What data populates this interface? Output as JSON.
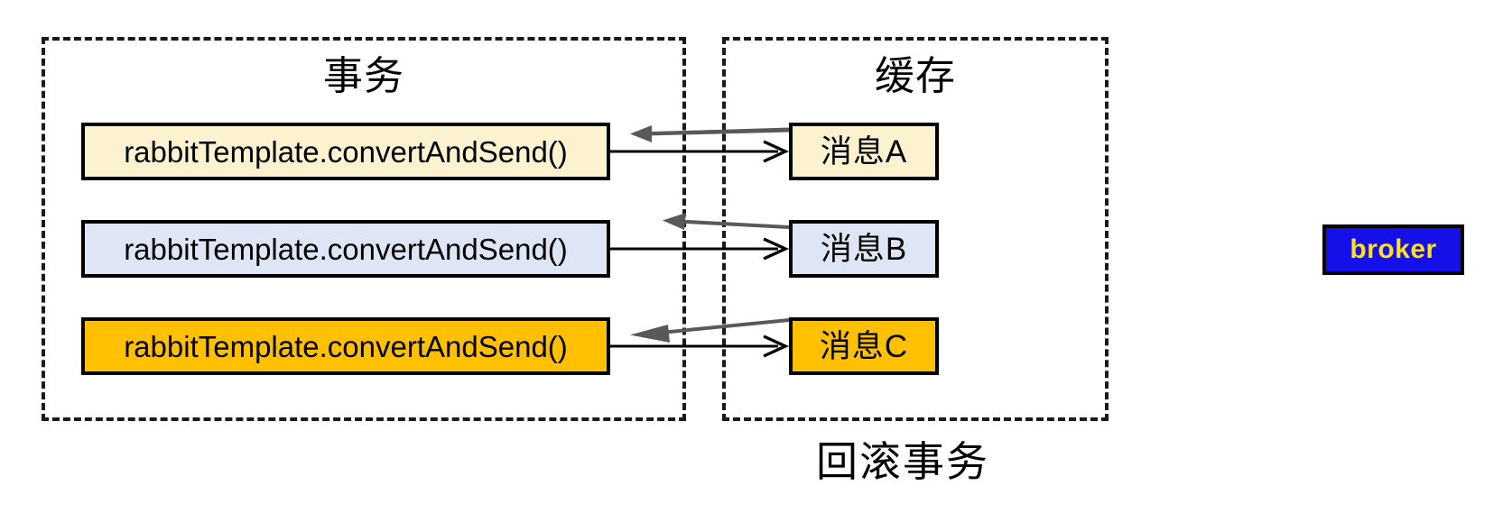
{
  "diagram": {
    "title_bottom": "回滚事务",
    "groups": [
      {
        "name": "transaction",
        "title": "事务"
      },
      {
        "name": "cache",
        "title": "缓存"
      }
    ],
    "rows": [
      {
        "left_label": "rabbitTemplate.convertAndSend()",
        "right_label": "消息A",
        "color": "#fdf2d0",
        "send_arrow": "send-arrow-a",
        "return_arrow": "return-arrow-a"
      },
      {
        "left_label": "rabbitTemplate.convertAndSend()",
        "right_label": "消息B",
        "color": "#dee6f5",
        "send_arrow": "send-arrow-b",
        "return_arrow": "return-arrow-b"
      },
      {
        "left_label": "rabbitTemplate.convertAndSend()",
        "right_label": "消息C",
        "color": "#ffc000",
        "send_arrow": "send-arrow-c",
        "return_arrow": "return-arrow-c"
      }
    ],
    "broker": {
      "label": "broker",
      "fill": "#1510e8",
      "text_color": "#ffe01b",
      "border_color": "#000000"
    },
    "colors": {
      "outline": "#000000",
      "dash_border": "#1a1a1a",
      "send_arrow": "#000000",
      "return_arrow": "#595959",
      "background": "#ffffff"
    }
  }
}
